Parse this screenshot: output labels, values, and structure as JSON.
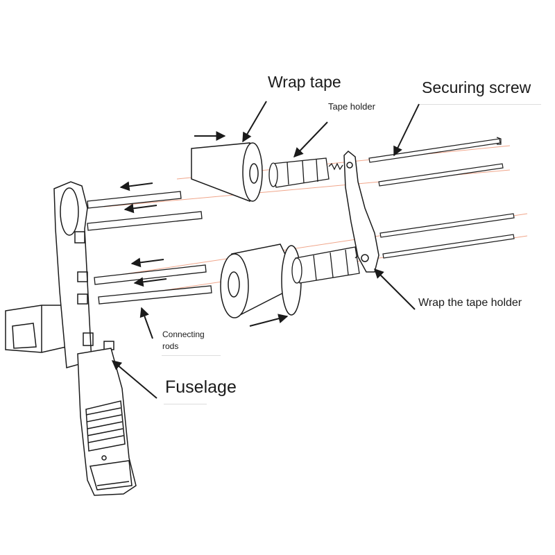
{
  "labels": {
    "wrap_tape": "Wrap tape",
    "securing_screw": "Securing screw",
    "tape_holder": "Tape holder",
    "wrap_the_tape_holder": "Wrap the tape holder",
    "connecting_rods": "Connecting rods",
    "fuselage": "Fuselage"
  },
  "colors": {
    "line": "#1a1a1a",
    "axis_line": "#f0a58a",
    "background": "#ffffff"
  }
}
